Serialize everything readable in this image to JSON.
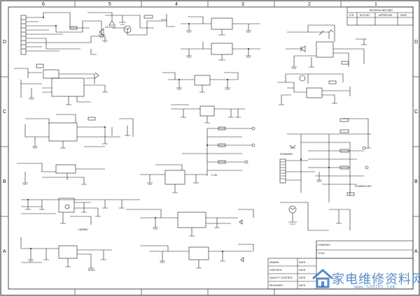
{
  "frame": {
    "column_numbers": [
      "6",
      "5",
      "4",
      "3",
      "2",
      "1"
    ],
    "row_letters": [
      "D",
      "C",
      "B",
      "A"
    ]
  },
  "revision": {
    "headers": [
      "LTR",
      "ECO NO",
      "APPROVED",
      "DATE"
    ],
    "title": "REVISION RECORD"
  },
  "title_block": {
    "company_label": "COMPANY:",
    "title_label": "TITLE:",
    "drawn_label": "DRAWN:",
    "checked_label": "CHECKED:",
    "quality_label": "QUALITY CONTROL:",
    "released_label": "RELEASED:",
    "date_label": "DATE:",
    "date_label2": "DATE:",
    "date_label3": "DATE:",
    "date_label4": "DATE:"
  },
  "labels": {
    "power_key": "POWER KEY",
    "standby": "STANDBY",
    "l5v": "L-5V",
    "l8055v": "L8055V",
    "v5v": "5V5V",
    "v12": "VCC12V"
  },
  "watermark": {
    "text": "家电维修资料网",
    "url": "www.520101.com"
  },
  "colors": {
    "line": "#1a1a1a",
    "watermark": "#2f6fb8"
  }
}
